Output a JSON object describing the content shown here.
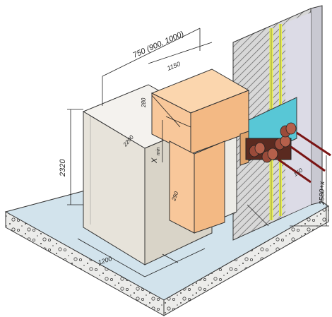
{
  "dimensions": {
    "depth_options": "750 (900, 1000)",
    "bus_duct_length": "1150",
    "height_total": "2320",
    "cabinet_depth": "2200",
    "cabinet_width": "1200",
    "bus_height": "280",
    "duct_width": "290",
    "clearance_label": "X",
    "clearance_sub": "min",
    "wall_offset": "150",
    "wall_height": "2580+x"
  },
  "colors": {
    "cabinet": "#e7e3da",
    "duct": "#f8c79a",
    "floor": "#d2e3ec",
    "concrete": "#e4e4e2",
    "wall_hatch": "#9a9a9a",
    "insulation": "#e8ef4e",
    "insulator": "#9a4b3a",
    "cable": "#7a1515",
    "cyan_plate": "#58c7d6"
  }
}
